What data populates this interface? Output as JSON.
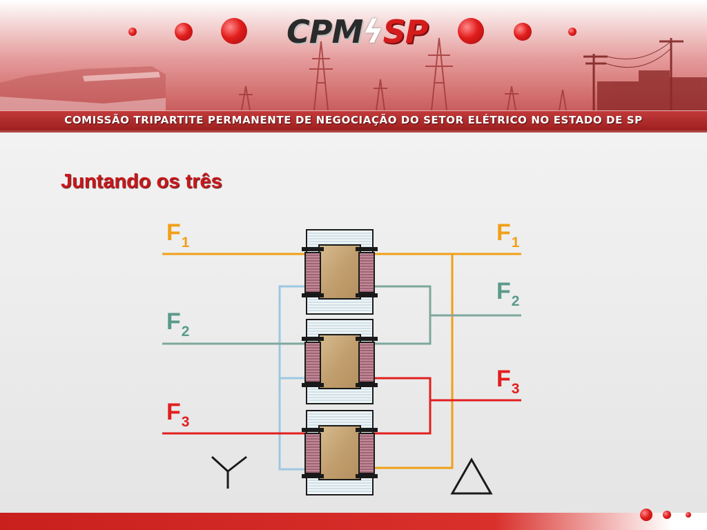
{
  "header": {
    "logo_left": "CPM",
    "logo_bolt": "ϟ",
    "logo_right": "SP",
    "caption": "COMISSÃO TRIPARTITE PERMANENTE DE NEGOCIAÇÃO DO SETOR ELÉTRICO NO ESTADO DE SP"
  },
  "slide": {
    "title": "Juntando os três"
  },
  "diagram": {
    "left_phases": [
      {
        "letter": "F",
        "index": "1",
        "color": "#f0a017"
      },
      {
        "letter": "F",
        "index": "2",
        "color": "#5b9a8b"
      },
      {
        "letter": "F",
        "index": "3",
        "color": "#e21e1e"
      }
    ],
    "right_phases": [
      {
        "letter": "F",
        "index": "1",
        "color": "#f0a017"
      },
      {
        "letter": "F",
        "index": "2",
        "color": "#5b9a8b"
      },
      {
        "letter": "F",
        "index": "3",
        "color": "#e21e1e"
      }
    ],
    "wye_symbol": "Y",
    "delta_symbol": "triangle",
    "transformer_count": 3,
    "colors": {
      "wye_neutral": "#9cc8e0",
      "core": "#c6ad85",
      "coil": "#b77a8b",
      "frame": "#e9f2f6"
    }
  },
  "colors": {
    "brand_red": "#c8181c",
    "banner_strip": "#9e1f1f"
  }
}
